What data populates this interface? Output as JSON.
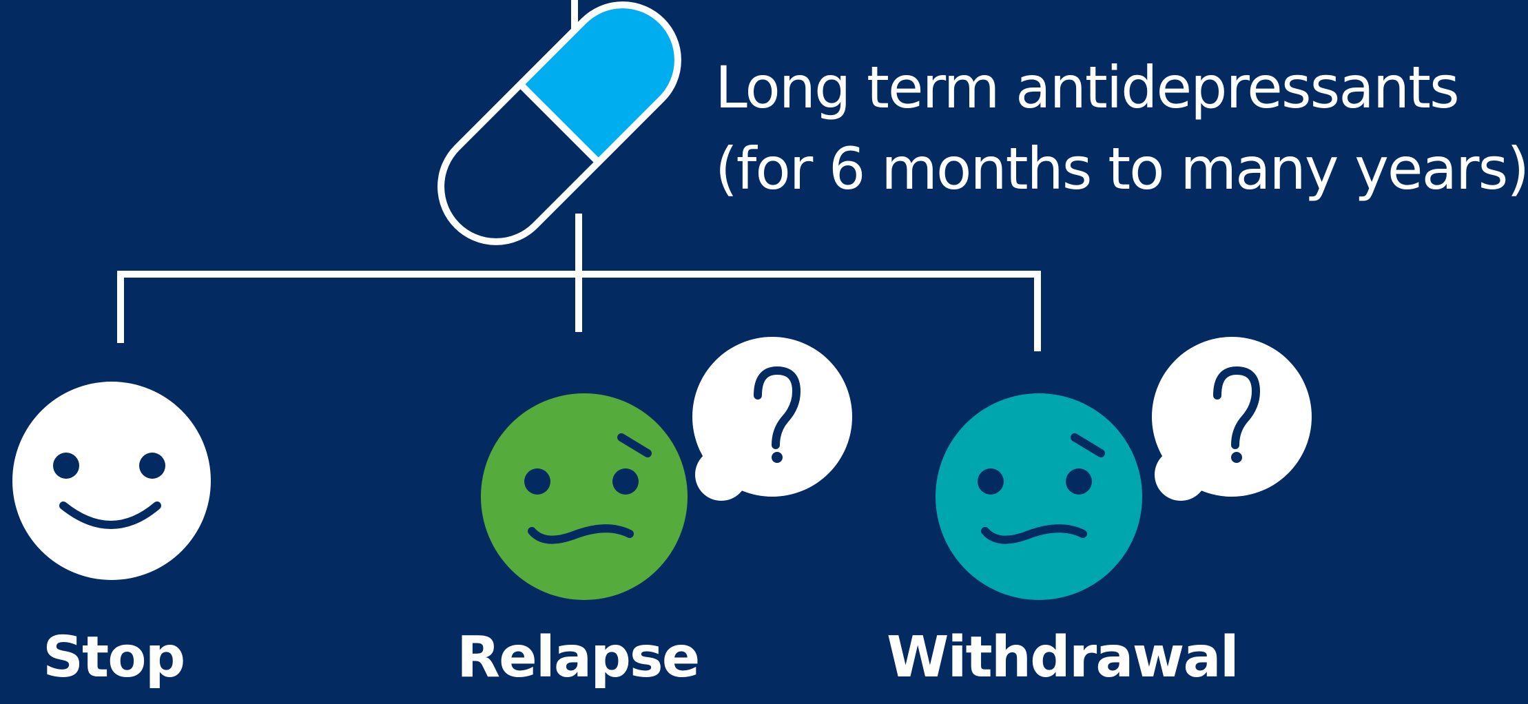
{
  "header": {
    "line1": "Long term antidepressants",
    "line2": "(for 6 months to many years)"
  },
  "outcomes": [
    {
      "label": "Stop",
      "face": "smiling-face-icon",
      "color": "#ffffff"
    },
    {
      "label": "Relapse",
      "face": "worried-face-icon",
      "color": "#55ab3c",
      "thought": "?"
    },
    {
      "label": "Withdrawal",
      "face": "worried-face-icon",
      "color": "#00a6ad",
      "thought": "?"
    }
  ],
  "colors": {
    "background": "#032a61",
    "pill_top": "#00aeef",
    "pill_bottom": "#032a61",
    "line": "#ffffff"
  },
  "icons": [
    "capsule-pill-icon",
    "smiling-face-icon",
    "worried-face-icon",
    "thought-bubble-icon"
  ]
}
